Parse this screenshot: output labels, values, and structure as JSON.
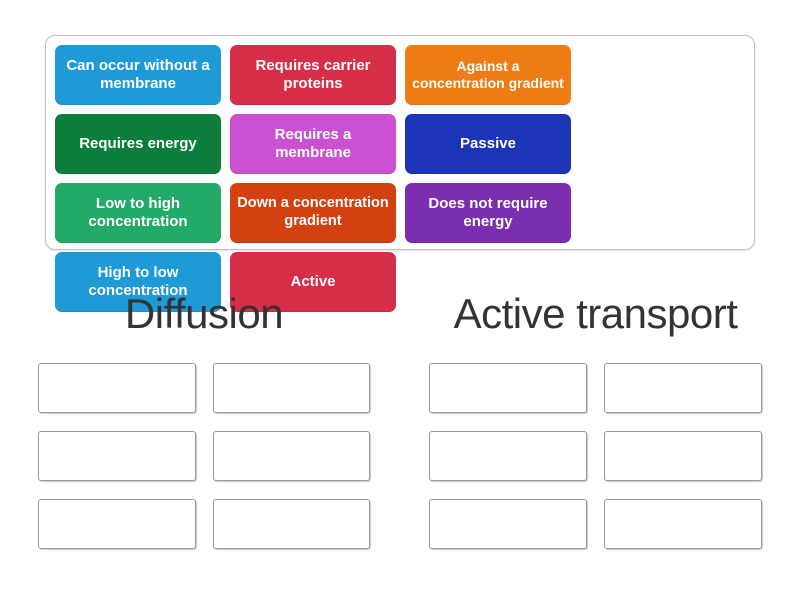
{
  "tray": {
    "tiles": [
      {
        "label": "Can occur without a membrane",
        "color": "#1e9ad7"
      },
      {
        "label": "Requires carrier proteins",
        "color": "#d62e46"
      },
      {
        "label": "Against a concentration gradient",
        "color": "#ee7c15"
      },
      {
        "label": "Requires energy",
        "color": "#0d7d3b"
      },
      {
        "label": "Requires a membrane",
        "color": "#ca52d2"
      },
      {
        "label": "Passive",
        "color": "#1c35b7"
      },
      {
        "label": "Low to high concentration",
        "color": "#23a968"
      },
      {
        "label": "Down a concentration gradient",
        "color": "#d2410f"
      },
      {
        "label": "Does not require energy",
        "color": "#7b2fae"
      },
      {
        "label": "High to low concentration",
        "color": "#1e9ad7"
      },
      {
        "label": "Active",
        "color": "#d62e46"
      }
    ]
  },
  "groups": [
    {
      "title": "Diffusion",
      "slot_count": 6
    },
    {
      "title": "Active transport",
      "slot_count": 6
    }
  ],
  "colors": {
    "title_text": "#333333",
    "slot_border": "#999999",
    "tray_border": "#c2c2c2",
    "tile_text": "#ffffff"
  }
}
